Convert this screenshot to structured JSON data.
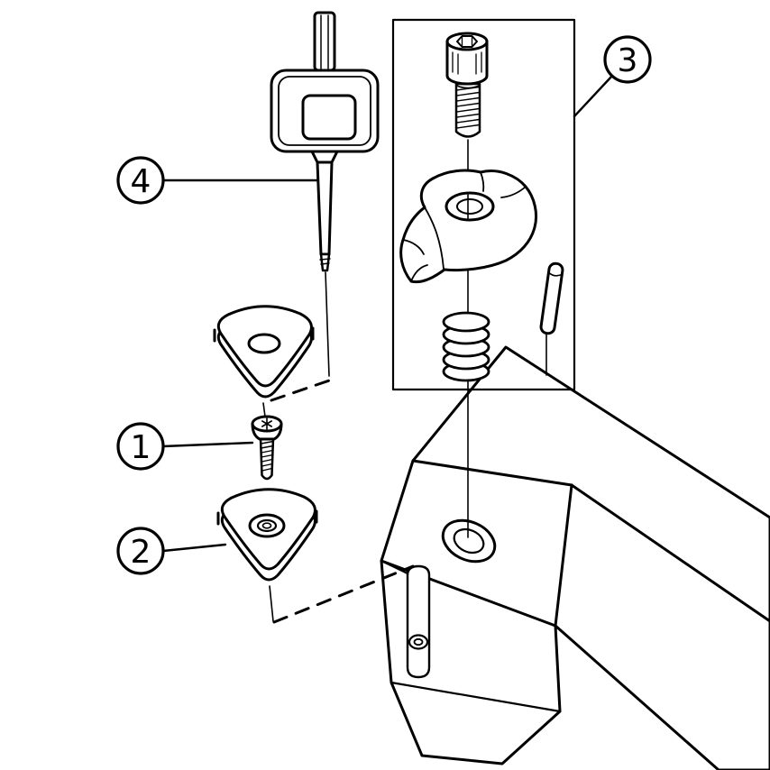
{
  "figure": {
    "type": "exploded-assembly-diagram",
    "colors": {
      "line": "#000000",
      "background": "#ffffff"
    },
    "callouts": [
      {
        "label": "1"
      },
      {
        "label": "2"
      },
      {
        "label": "3"
      },
      {
        "label": "4"
      }
    ]
  }
}
